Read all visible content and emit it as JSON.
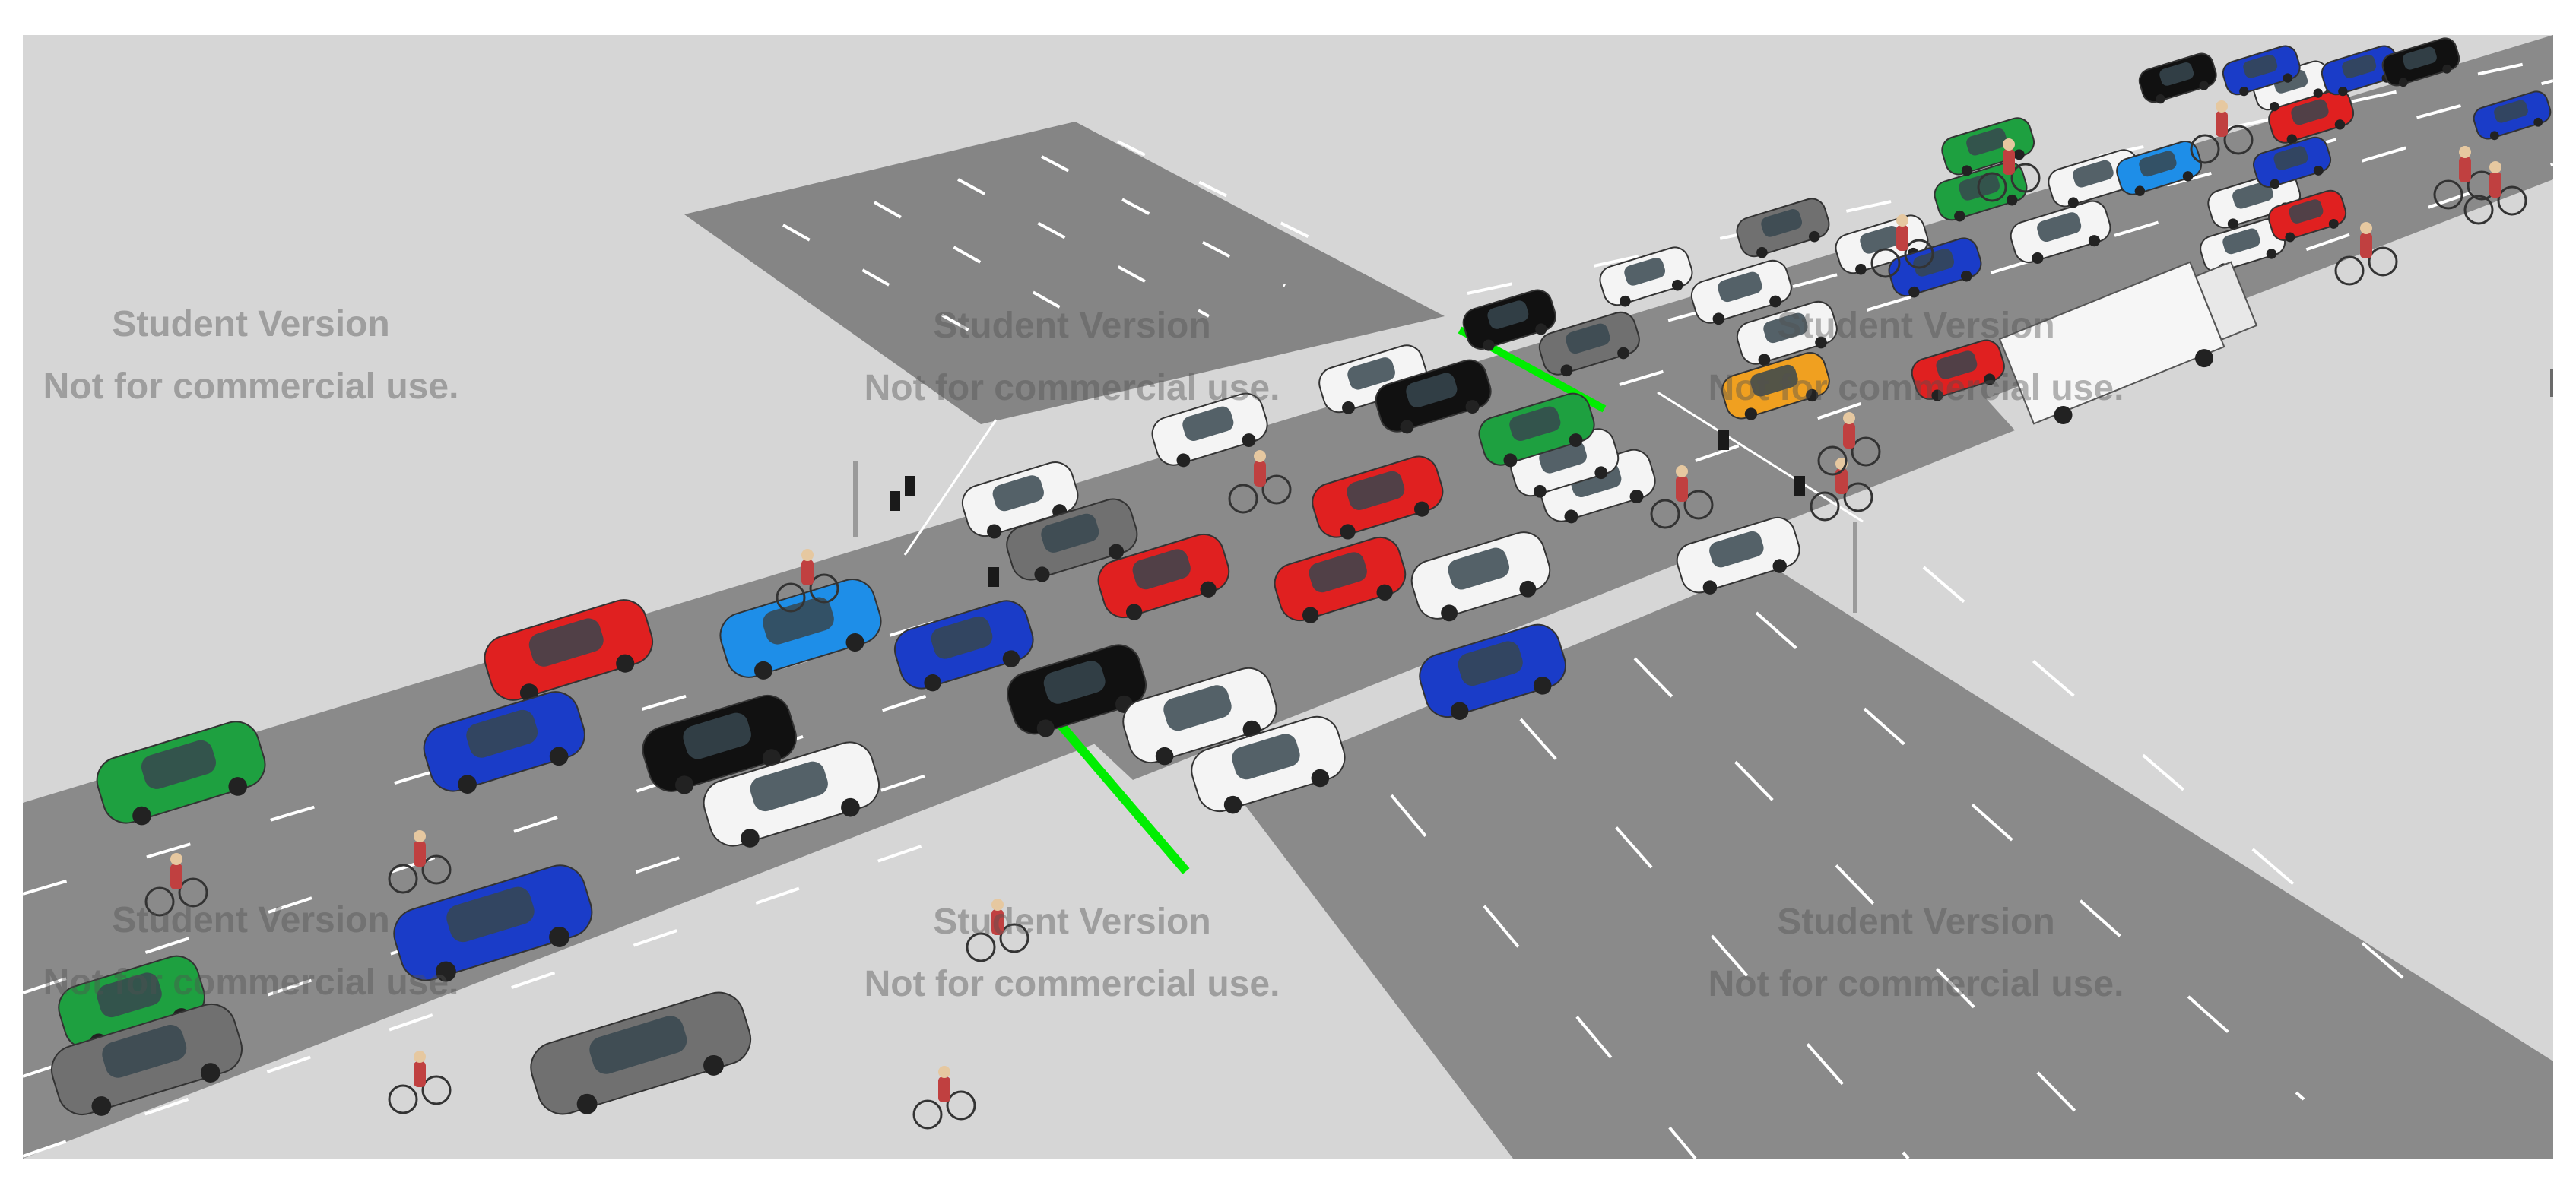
{
  "watermark": {
    "line1": "Student Version",
    "line2": "Not for commercial use."
  },
  "colors": {
    "background": "#d6d6d6",
    "road": "#8a8a8a",
    "side_road": "#858585",
    "lane_marking": "#ffffff",
    "stop_line": "#00ee00",
    "car_red": "#e02020",
    "car_blue": "#1a3cc8",
    "car_lightblue": "#1e8ee8",
    "car_green": "#1ea040",
    "car_black": "#111111",
    "car_white": "#f4f4f4",
    "car_gray": "#707070",
    "car_orange": "#f0a020"
  },
  "scene": {
    "elements": [
      "main-road",
      "cross-road",
      "lane-markings",
      "stop-lines",
      "cars",
      "truck",
      "cyclists",
      "traffic-lights"
    ],
    "car_colors": [
      "green",
      "red",
      "blue",
      "lightblue",
      "blue",
      "black",
      "white",
      "black",
      "white",
      "blue",
      "green",
      "gray",
      "gray",
      "white",
      "red",
      "red",
      "white",
      "white",
      "white",
      "white",
      "red",
      "white",
      "black",
      "white",
      "gray",
      "blue",
      "green",
      "black",
      "white",
      "gray",
      "green",
      "white",
      "white",
      "white",
      "red",
      "orange",
      "white",
      "gray",
      "white",
      "blue",
      "white",
      "white",
      "green",
      "red",
      "white",
      "lightblue",
      "blue",
      "red",
      "white",
      "black",
      "blue",
      "blue",
      "black",
      "blue"
    ]
  }
}
